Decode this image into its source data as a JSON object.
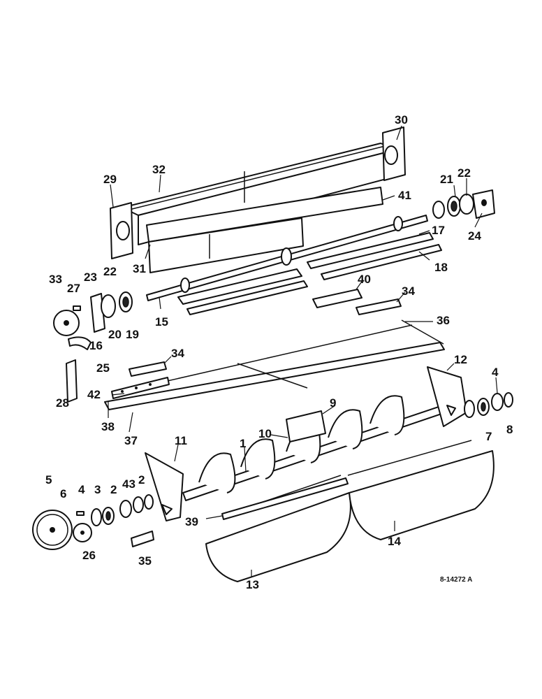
{
  "drawing_number": "8-14272 A",
  "callouts": {
    "c1": "1",
    "c2a": "2",
    "c2b": "2",
    "c3": "3",
    "c4a": "4",
    "c4b": "4",
    "c5": "5",
    "c6": "6",
    "c7": "7",
    "c8": "8",
    "c9": "9",
    "c10": "10",
    "c11": "11",
    "c12": "12",
    "c13": "13",
    "c14": "14",
    "c15": "15",
    "c16": "16",
    "c17": "17",
    "c18": "18",
    "c19": "19",
    "c20": "20",
    "c21": "21",
    "c22a": "22",
    "c22b": "22",
    "c23": "23",
    "c24": "24",
    "c25": "25",
    "c26": "26",
    "c27": "27",
    "c28": "28",
    "c29": "29",
    "c30": "30",
    "c31": "31",
    "c32": "32",
    "c33": "33",
    "c34a": "34",
    "c34b": "34",
    "c35": "35",
    "c36": "36",
    "c37": "37",
    "c38": "38",
    "c39": "39",
    "c40": "40",
    "c41": "41",
    "c42": "42",
    "c43": "43"
  }
}
